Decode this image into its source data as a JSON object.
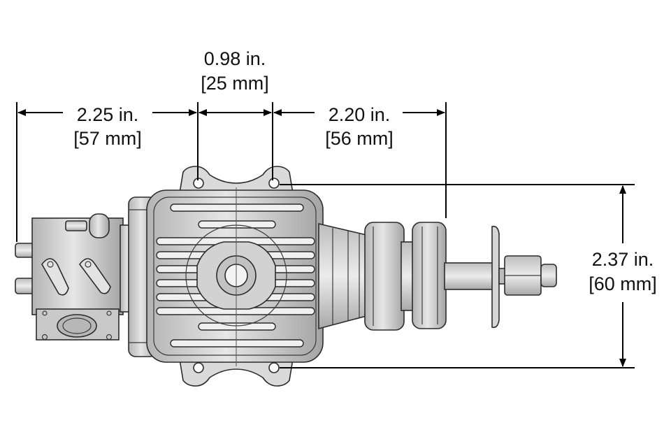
{
  "dimensions": {
    "left_length": {
      "line1": "2.25 in.",
      "line2": "[57 mm]"
    },
    "mount_spacing": {
      "line1": "0.98 in.",
      "line2": "[25 mm]"
    },
    "right_length": {
      "line1": "2.20 in.",
      "line2": "[56 mm]"
    },
    "mount_height": {
      "line1": "2.37 in.",
      "line2": "[60 mm]"
    }
  },
  "colors": {
    "line": "#000000",
    "part_fill": "#d4d4d4",
    "part_shade": "#a9a9a9",
    "part_light": "#ececec"
  }
}
